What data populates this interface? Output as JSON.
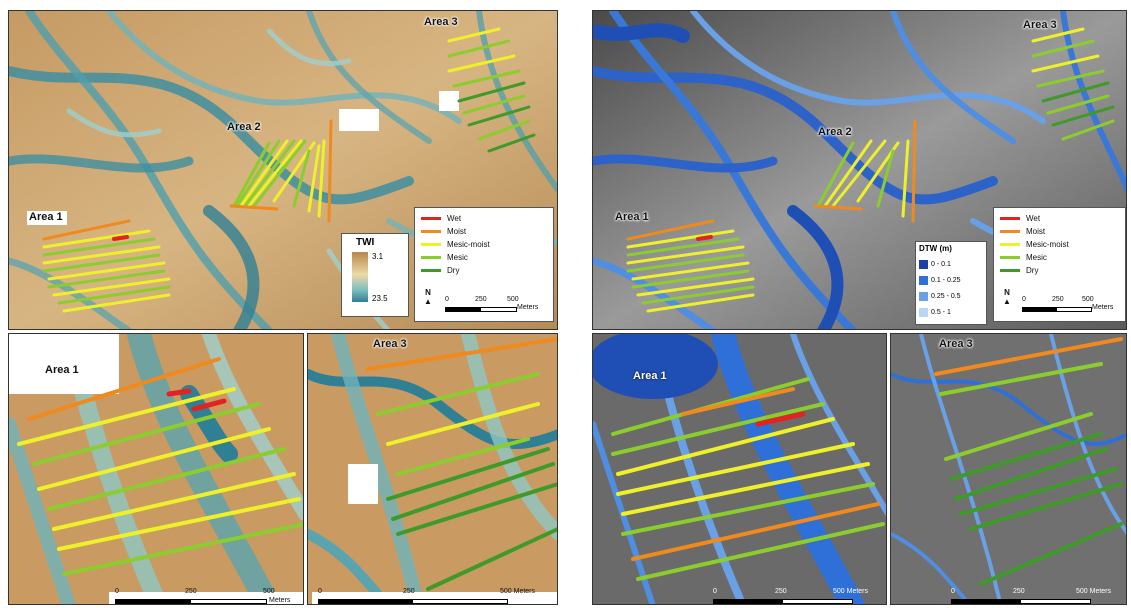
{
  "colors": {
    "wet": "#e32222",
    "moist": "#f08a1e",
    "mesic_moist": "#eef02a",
    "mesic": "#8ccd2e",
    "dry": "#3f9a2a"
  },
  "panels": {
    "tl": {
      "area1": "Area 1",
      "area2": "Area 2",
      "area3": "Area 3"
    },
    "tr": {
      "area1": "Area 1",
      "area2": "Area 2",
      "area3": "Area 3"
    },
    "bl1": {
      "area": "Area 1",
      "s0": "0",
      "s1": "250",
      "s2": "500",
      "unit": "Meters"
    },
    "bl2": {
      "area": "Area 3",
      "s0": "0",
      "s1": "250",
      "s2": "500 Meters"
    },
    "br1": {
      "area": "Area 1",
      "s0": "0",
      "s1": "250",
      "s2": "500 Meters"
    },
    "br2": {
      "area": "Area 3",
      "s0": "0",
      "s1": "250",
      "s2": "500 Meters"
    }
  },
  "legend": {
    "wet": "Wet",
    "moist": "Moist",
    "mesic_moist": "Mesic-moist",
    "mesic": "Mesic",
    "dry": "Dry"
  },
  "twi": {
    "title": "TWI",
    "high": "3.1",
    "low": "23.5"
  },
  "dtw": {
    "title": "DTW (m)",
    "c1": "0 - 0.1",
    "c2": "0.1 - 0.25",
    "c3": "0.25 - 0.5",
    "c4": "0.5 - 1"
  },
  "north": "N",
  "scale_top": {
    "s0": "0",
    "s1": "250",
    "s2": "500",
    "unit": "Meters"
  }
}
